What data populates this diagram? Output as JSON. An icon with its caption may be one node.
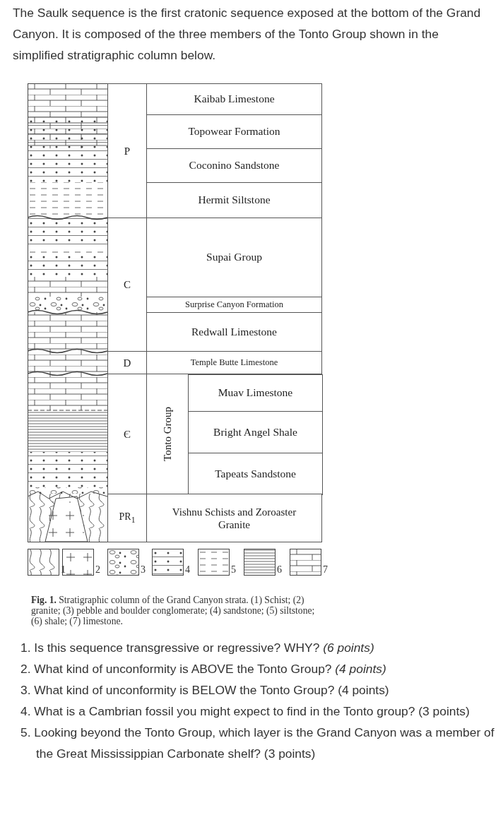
{
  "diagram": {
    "caption": "**Fig. 1.** Stratigraphic column of the Grand Canyon strata. (1) Schist; (2) granite; (3) pebble and boulder conglomerate; (4) sandstone; (5) siltstone; (6) shale; (7) limestone.",
    "nodes": [
      {
        "text": [
          "P"
        ]
      },
      {
        "text": [
          "Kaibab Limestone"
        ]
      },
      {
        "text": [
          "Topowear Formation"
        ]
      },
      {
        "text": [
          "Coconino Sandstone"
        ]
      },
      {
        "text": [
          "Hermit Siltstone"
        ]
      },
      {
        "text": [
          "C"
        ]
      },
      {
        "text": [
          "Supai Group"
        ]
      },
      {
        "text": [
          "Surprise Canyon Formation"
        ]
      },
      {
        "text": [
          "Redwall Limestone"
        ]
      },
      {
        "text": [
          "D"
        ]
      },
      {
        "text": [
          "Temple Butte Limestone"
        ]
      },
      {
        "text": [
          "Є"
        ]
      },
      {
        "text": [
          "Tonto Group"
        ]
      },
      {
        "text": [
          "Muav Limestone"
        ],
        "in": 12
      },
      {
        "text": [
          "Bright Angel Shale"
        ],
        "in": 12
      },
      {
        "text": [
          "Tapeats Sandstone"
        ],
        "in": 12
      },
      {
        "text": [
          "PR$_{1}$"
        ]
      },
      {
        "text": [
          "Vishnu Schists and Zoroaster Granite"
        ]
      }
    ],
    "labels": [
      "The Saulk sequence is the first cratonic sequence exposed at the bottom of the Grand Canyon. It is composed of the three members of the Tonto Group shown in the simplified stratigraphic column below.",
      "1. Is this sequence transgressive or regressive? WHY? *(6 points)*",
      "2. What kind of unconformity is ABOVE the Tonto Group? *(4 points)*",
      "3. What kind of unconformity is BELOW the Tonto Group? (4 points)",
      "4. What is a Cambrian fossil you might expect to find in the Tonto group? (3 points)",
      "5. Looking beyond the Tonto Group, which layer is the Grand Canyon was a member of the Great Mississippian Carbonate shelf? (3 points)"
    ],
    "legend": [
      {
        "text": "1"
      },
      {
        "text": "2"
      },
      {
        "text": "3"
      },
      {
        "text": "4"
      },
      {
        "text": "5"
      },
      {
        "text": "6"
      },
      {
        "text": "7"
      }
    ]
  }
}
